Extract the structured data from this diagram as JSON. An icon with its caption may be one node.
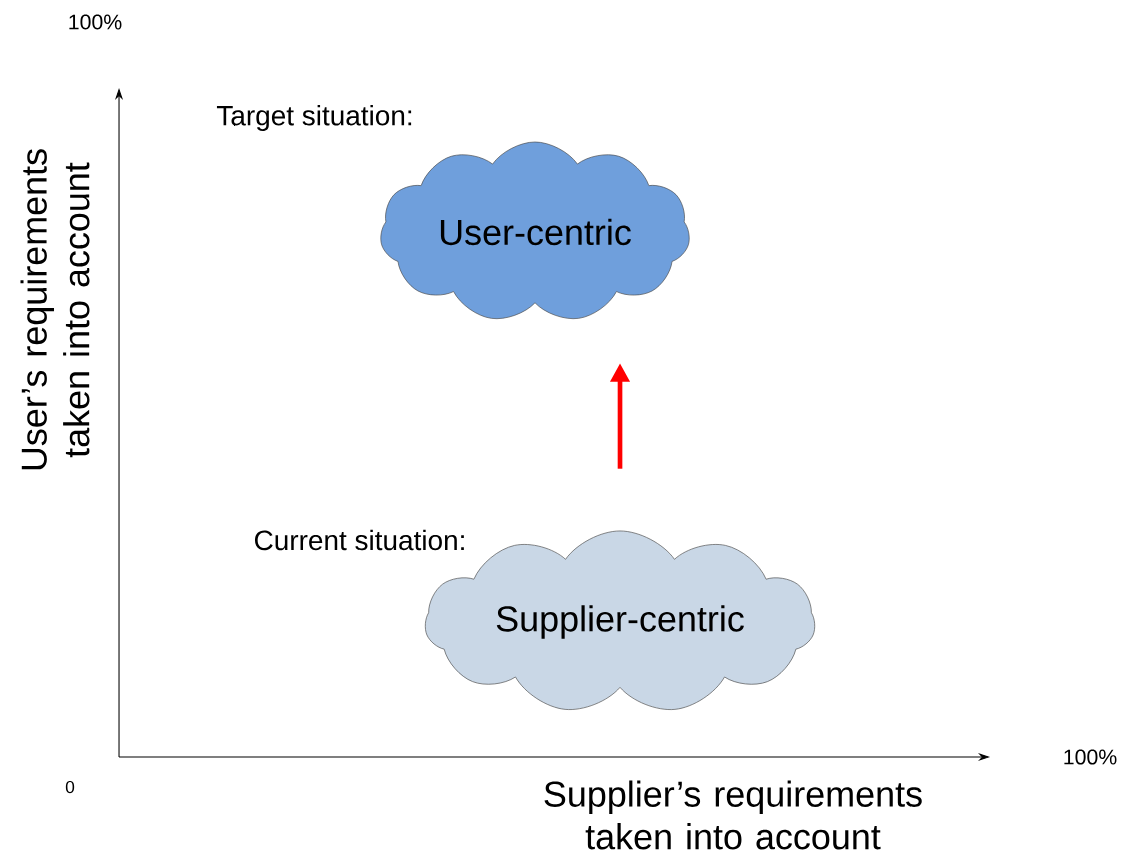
{
  "diagram": {
    "nodes": [
      {
        "text": [
          "Target situation:",
          "User-centric"
        ]
      },
      {
        "text": [
          "Current situation:",
          "Supplier-centric"
        ]
      }
    ],
    "edges": [
      {
        "from": 1,
        "to": 0,
        "arrow": "to",
        "color": "#ff0000"
      }
    ],
    "labels": [
      "100%",
      "User’s requirements taken into account",
      "0",
      "100%",
      "Supplier’s requirements taken into account"
    ]
  }
}
